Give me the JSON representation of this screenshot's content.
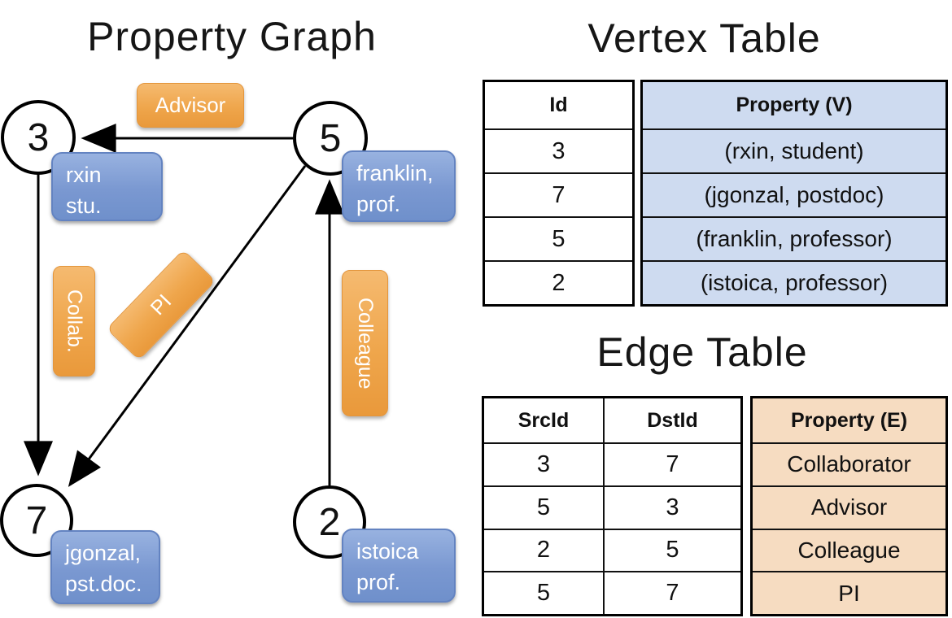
{
  "colors": {
    "edge_label_orange": "#ED9F42",
    "vertex_box_blue": "#7E9DD4",
    "vertex_table_fill": "#CEDBF0",
    "edge_table_fill": "#F6DCC1",
    "line_black": "#000000"
  },
  "graph": {
    "title": "Property Graph",
    "nodes": [
      {
        "id": "3",
        "property_lines": [
          "rxin",
          "stu."
        ]
      },
      {
        "id": "5",
        "property_lines": [
          "franklin,",
          "prof."
        ]
      },
      {
        "id": "7",
        "property_lines": [
          "jgonzal,",
          "pst.doc."
        ]
      },
      {
        "id": "2",
        "property_lines": [
          "istoica",
          "prof."
        ]
      }
    ],
    "edge_labels": [
      {
        "text": "Advisor"
      },
      {
        "text": "Collab."
      },
      {
        "text": "PI"
      },
      {
        "text": "Colleague"
      }
    ]
  },
  "vertex_table": {
    "title": "Vertex Table",
    "headers": {
      "id": "Id",
      "property": "Property (V)"
    },
    "rows": [
      {
        "id": "3",
        "property": "(rxin, student)"
      },
      {
        "id": "7",
        "property": "(jgonzal, postdoc)"
      },
      {
        "id": "5",
        "property": "(franklin, professor)"
      },
      {
        "id": "2",
        "property": "(istoica, professor)"
      }
    ]
  },
  "edge_table": {
    "title": "Edge Table",
    "headers": {
      "src": "SrcId",
      "dst": "DstId",
      "property": "Property (E)"
    },
    "rows": [
      {
        "src": "3",
        "dst": "7",
        "property": "Collaborator"
      },
      {
        "src": "5",
        "dst": "3",
        "property": "Advisor"
      },
      {
        "src": "2",
        "dst": "5",
        "property": "Colleague"
      },
      {
        "src": "5",
        "dst": "7",
        "property": "PI"
      }
    ]
  }
}
